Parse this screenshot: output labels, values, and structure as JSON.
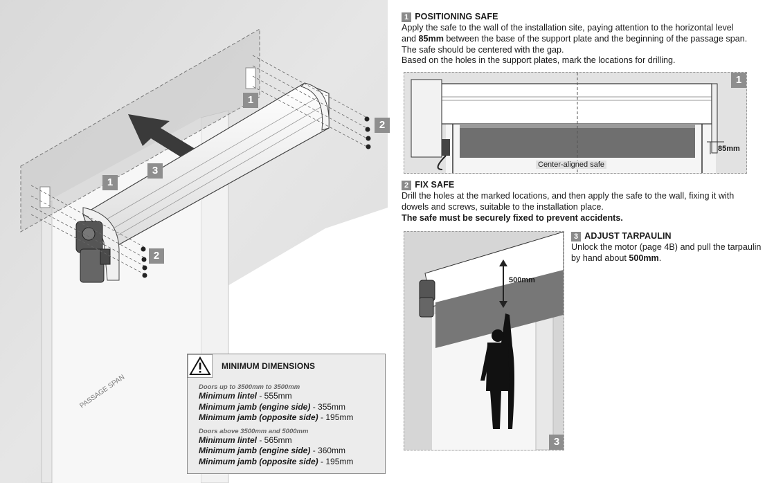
{
  "left_illustration": {
    "badge_1_top": "1",
    "badge_2_right": "2",
    "badge_3": "3",
    "badge_1_left": "1",
    "badge_2_bottom": "2",
    "passage_span_label": "PASSAGE SPAN"
  },
  "min_dims": {
    "title": "MINIMUM DIMENSIONS",
    "group1_title": "Doors up to 3500mm to 3500mm",
    "group1": [
      {
        "label": "Minimum lintel",
        "value": " - 555mm"
      },
      {
        "label": "Minimum jamb (engine side)",
        "value": " - 355mm"
      },
      {
        "label": "Minimum jamb (opposite side)",
        "value": " - 195mm"
      }
    ],
    "group2_title": "Doors above 3500mm and 5000mm",
    "group2": [
      {
        "label": "Minimum lintel",
        "value": " - 565mm"
      },
      {
        "label": "Minimum jamb (engine side)",
        "value": " - 360mm"
      },
      {
        "label": "Minimum jamb (opposite side)",
        "value": " - 195mm"
      }
    ]
  },
  "step1": {
    "num": "1",
    "title": "POSITIONING SAFE",
    "line1": "Apply the safe to the wall of the installation site, paying attention to the horizontal level",
    "line2_pre": "and ",
    "line2_bold": "85mm",
    "line2_post": " between the base of the support plate and the beginning of the passage span.",
    "line3": "The safe should be centered with the gap.",
    "line4": "Based on the holes in the support plates, mark the locations for drilling.",
    "image_badge": "1",
    "dim_label": "85mm",
    "center_label": "Center-aligned safe"
  },
  "step2": {
    "num": "2",
    "title": "FIX SAFE",
    "line1": "Drill the holes at the marked locations, and then apply the safe to the wall, fixing it with",
    "line2": "dowels and screws, suitable to the installation place.",
    "line3": "The safe must be securely fixed to prevent accidents."
  },
  "step3": {
    "num": "3",
    "title": "ADJUST TARPAULIN",
    "line1": "Unlock the motor (page 4B) and pull the tarpaulin",
    "line2_pre": "by hand about ",
    "line2_bold": "500mm",
    "line2_post": ".",
    "image_badge": "3",
    "dim_label": "500mm"
  }
}
